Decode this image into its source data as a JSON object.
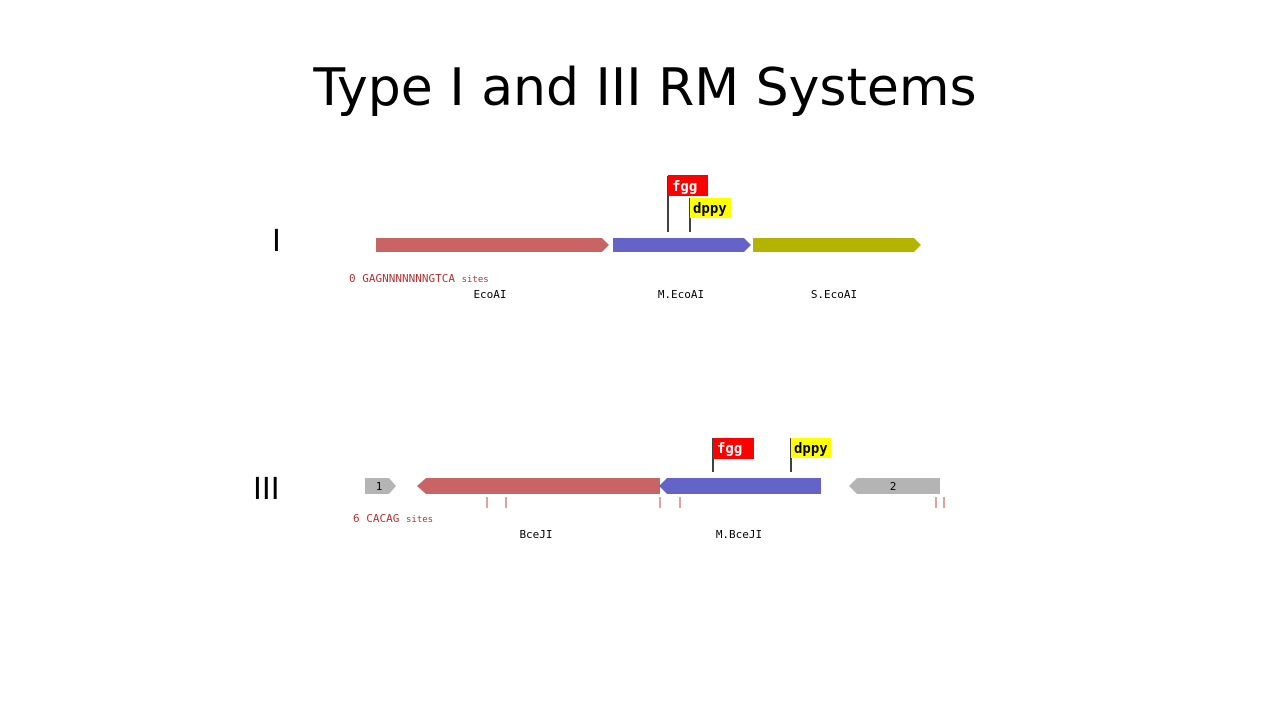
{
  "title": "Type I and III RM Systems",
  "colors": {
    "restriction": "#c86464",
    "methylase": "#6464c8",
    "specificity": "#b4b400",
    "other": "#b4b4b4",
    "flag_fgg": "#ff0000",
    "flag_dppy": "#ffff00",
    "site_text": "#b43232"
  },
  "systems": [
    {
      "label": "I",
      "sites_count": "0",
      "sites_motif": "GAGNNNNNNNGTCA",
      "sites_word": "sites",
      "genes": [
        {
          "name": "EcoAI",
          "role": "restriction"
        },
        {
          "name": "M.EcoAI",
          "role": "methylase"
        },
        {
          "name": "S.EcoAI",
          "role": "specificity"
        }
      ],
      "flags": [
        "fgg",
        "dppy"
      ]
    },
    {
      "label": "III",
      "sites_count": "6",
      "sites_motif": "CACAG",
      "sites_word": "sites",
      "genes": [
        {
          "name": "1",
          "role": "other"
        },
        {
          "name": "BceJI",
          "role": "restriction"
        },
        {
          "name": "M.BceJI",
          "role": "methylase"
        },
        {
          "name": "2",
          "role": "other"
        }
      ],
      "flags": [
        "fgg",
        "dppy"
      ]
    }
  ]
}
